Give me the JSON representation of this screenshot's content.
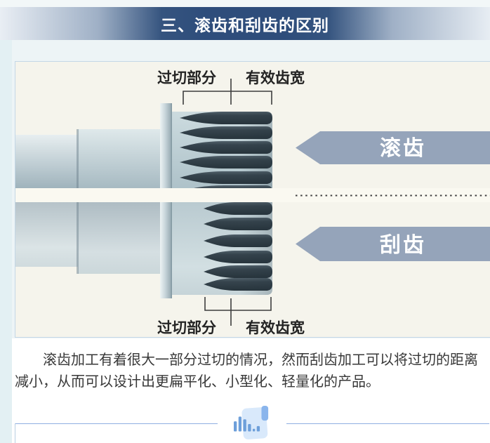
{
  "banner": {
    "title": "三、滚齿和刮齿的区别"
  },
  "colors": {
    "banner_center": "#2e4d7b",
    "arrow": "#95a4ba",
    "teeth": "#37454e",
    "divider_line": "#8fafe2",
    "panel_background": "#f5f4ec"
  },
  "diagram": {
    "top_shaft": {
      "overcut_label": "过切部分",
      "effective_width_label": "有效齿宽",
      "process_label": "滚齿"
    },
    "bottom_shaft": {
      "overcut_label": "过切部分",
      "effective_width_label": "有效齿宽",
      "process_label": "刮齿"
    }
  },
  "body": {
    "paragraph": "滚齿加工有着很大一部分过切的情况，然而刮齿加工可以将过切的距离减小，从而可以设计出更扁平化、小型化、轻量化的产品。"
  },
  "footer": {
    "icon": "bar-chart-document-icon"
  }
}
